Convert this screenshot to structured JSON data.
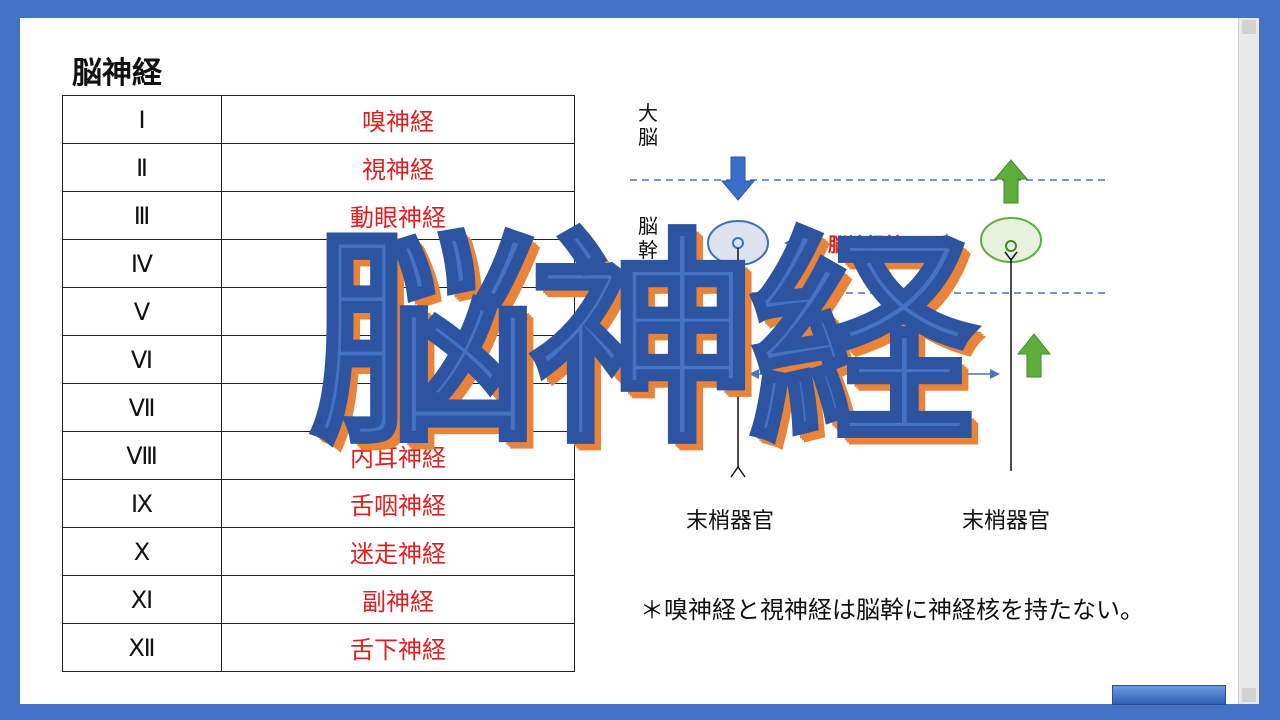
{
  "title": "脳神経",
  "table": [
    {
      "num": "Ⅰ",
      "name": "嗅神経"
    },
    {
      "num": "Ⅱ",
      "name": "視神経"
    },
    {
      "num": "Ⅲ",
      "name": "動眼神経"
    },
    {
      "num": "Ⅳ",
      "name": ""
    },
    {
      "num": "Ⅴ",
      "name": ""
    },
    {
      "num": "Ⅵ",
      "name": ""
    },
    {
      "num": "Ⅶ",
      "name": ""
    },
    {
      "num": "Ⅷ",
      "name": "内耳神経"
    },
    {
      "num": "Ⅸ",
      "name": "舌咽神経"
    },
    {
      "num": "Ⅹ",
      "name": "迷走神経"
    },
    {
      "num": "Ⅺ",
      "name": "副神経"
    },
    {
      "num": "Ⅻ",
      "name": "舌下神経"
    }
  ],
  "diagram": {
    "cerebrum_label": "大脳",
    "brainstem_label": "脳幹",
    "nucleus_label": "脳神経核",
    "left_organ": "末梢器官",
    "right_organ": "末梢器官",
    "down_arrow_color": "#3a6fc9",
    "up_arrow_color": "#5fae3c",
    "left_nucleus_color": "#dce3ef",
    "right_nucleus_color": "#e6f2dc"
  },
  "footnote": "＊嗅神経と視神経は脳幹に神経核を持たない。",
  "overlay_text": "脳神経"
}
